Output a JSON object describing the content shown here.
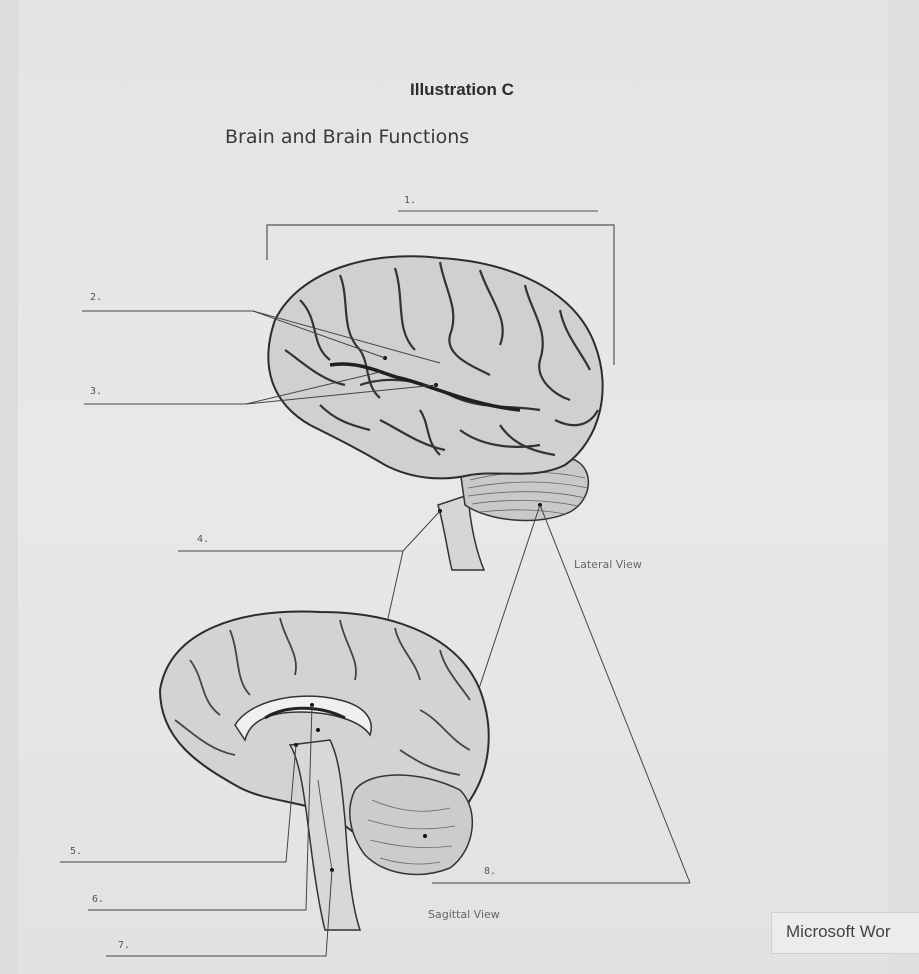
{
  "document": {
    "title": "Illustration C",
    "subtitle": "Brain and Brain Functions",
    "lateral_label": "Lateral View",
    "sagittal_label": "Sagittal View"
  },
  "labels": {
    "n1": "1.",
    "n2": "2.",
    "n3": "3.",
    "n4": "4.",
    "n5": "5.",
    "n6": "6.",
    "n7": "7.",
    "n8": "8."
  },
  "taskbar": {
    "app_label": "Microsoft Wor"
  }
}
